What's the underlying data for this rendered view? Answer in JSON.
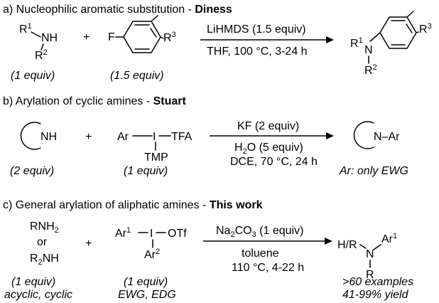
{
  "section_a": {
    "heading_prefix": "a) Nucleophilic aromatic substitution - ",
    "heading_bold": "Diness",
    "amine": {
      "r1": "R",
      "r1_sup": "1",
      "nh": "NH",
      "r2": "R",
      "r2_sup": "2"
    },
    "plus": "+",
    "arene": {
      "f": "F",
      "r3": "R",
      "r3_sup": "3"
    },
    "conditions_top": "LiHMDS (1.5 equiv)",
    "conditions_bottom": "THF, 100 °C, 3-24 h",
    "product": {
      "r1": "R",
      "r1_sup": "1",
      "n": "N",
      "r2": "R",
      "r2_sup": "2",
      "r3": "R",
      "r3_sup": "3"
    },
    "equiv_amine": "(1 equiv)",
    "equiv_arene": "(1.5 equiv)"
  },
  "section_b": {
    "heading_prefix": "b) Arylation of cyclic amines - ",
    "heading_bold": "Stuart",
    "amine_nh": "NH",
    "plus": "+",
    "reagent": {
      "ar": "Ar",
      "i": "I",
      "tfa": "TFA",
      "tmp": "TMP"
    },
    "conditions_top": "KF (2 equiv)",
    "conditions_mid_h": "H",
    "conditions_mid_sub": "2",
    "conditions_mid_rest": "O (5 equiv)",
    "conditions_bottom": "DCE, 70 °C, 24 h",
    "product_label": "N–Ar",
    "equiv_amine": "(2 equiv)",
    "equiv_reagent": "(1 equiv)",
    "product_note": "Ar: only EWG"
  },
  "section_c": {
    "heading_prefix": "c) General arylation of aliphatic amines - ",
    "heading_bold": "This work",
    "amine_top": "RNH",
    "amine_top_sub": "2",
    "amine_or": "or",
    "amine_bottom_r": "R",
    "amine_bottom_sub": "2",
    "amine_bottom_rest": "NH",
    "plus": "+",
    "reagent": {
      "ar1": "Ar",
      "ar1_sup": "1",
      "i": "I",
      "otf": "OTf",
      "ar2": "Ar",
      "ar2_sup": "2"
    },
    "conditions_top_na": "Na",
    "conditions_top_sub": "2",
    "conditions_top_co": "CO",
    "conditions_top_sub2": "3",
    "conditions_top_rest": " (1 equiv)",
    "conditions_mid": "toluene",
    "conditions_bottom": "110 °C, 4-22 h",
    "product": {
      "hr": "H/R",
      "n": "N",
      "ar": "Ar",
      "ar_sup": "1",
      "r": "R"
    },
    "equiv_amine": "(1 equiv)",
    "scope_amine": "acyclic, cyclic",
    "equiv_reagent": "(1 equiv)",
    "scope_reagent": "EWG, EDG",
    "result_examples": ">60 examples",
    "result_yield": "41-99% yield"
  }
}
